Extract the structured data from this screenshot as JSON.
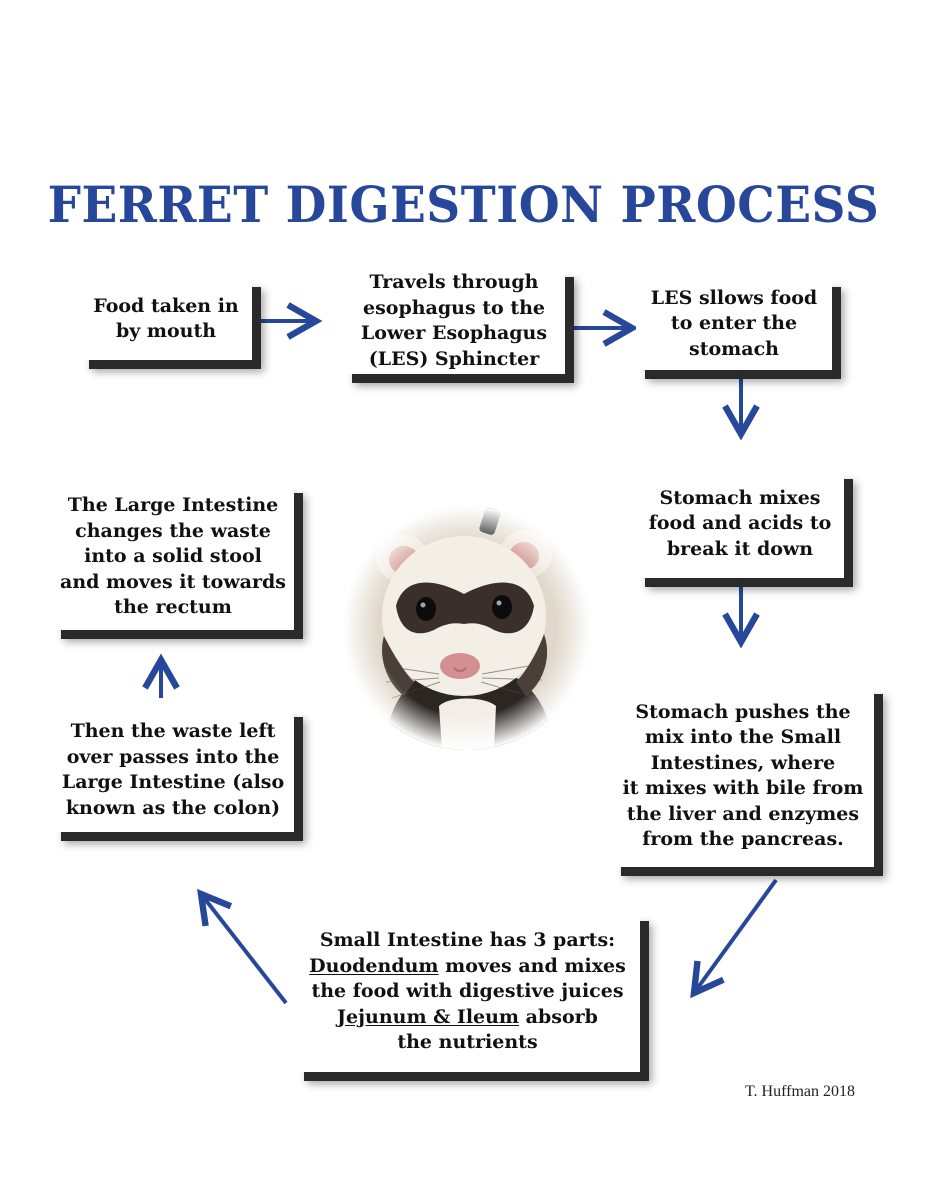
{
  "title": "FERRET DIGESTION PROCESS",
  "steps": [
    {
      "lines": [
        "Food taken in",
        "by mouth"
      ]
    },
    {
      "lines": [
        "Travels through",
        "esophagus to the",
        "Lower Esophagus",
        "(LES) Sphincter"
      ]
    },
    {
      "lines": [
        "LES sllows food",
        "to enter the",
        "stomach"
      ]
    },
    {
      "lines": [
        "Stomach mixes",
        "food and acids to",
        "break it down"
      ]
    },
    {
      "lines": [
        "Stomach pushes the",
        "mix into the Small",
        "Intestines, where",
        "it mixes with bile from",
        "the liver and enzymes",
        "from the pancreas."
      ]
    },
    {
      "line1": "Small Intestine has 3 parts:",
      "duodendum": "Duodendum",
      "duodendum_rest": " moves and mixes",
      "line3": "the food with digestive juices",
      "jejunum_ileum": "Jejunum & Ileum",
      "jejunum_rest": " absorb",
      "line5": "the nutrients"
    },
    {
      "lines": [
        "Then the waste left",
        "over passes into the",
        "Large Intestine (also",
        "known as the colon)"
      ]
    },
    {
      "lines": [
        "The Large Intestine",
        "changes the waste",
        "into a solid stool",
        "and moves it towards",
        "the rectum"
      ]
    }
  ],
  "credit": "T. Huffman 2018",
  "colors": {
    "title": "#26479a",
    "arrow": "#26479a",
    "shadow": "#2a2a2a"
  }
}
